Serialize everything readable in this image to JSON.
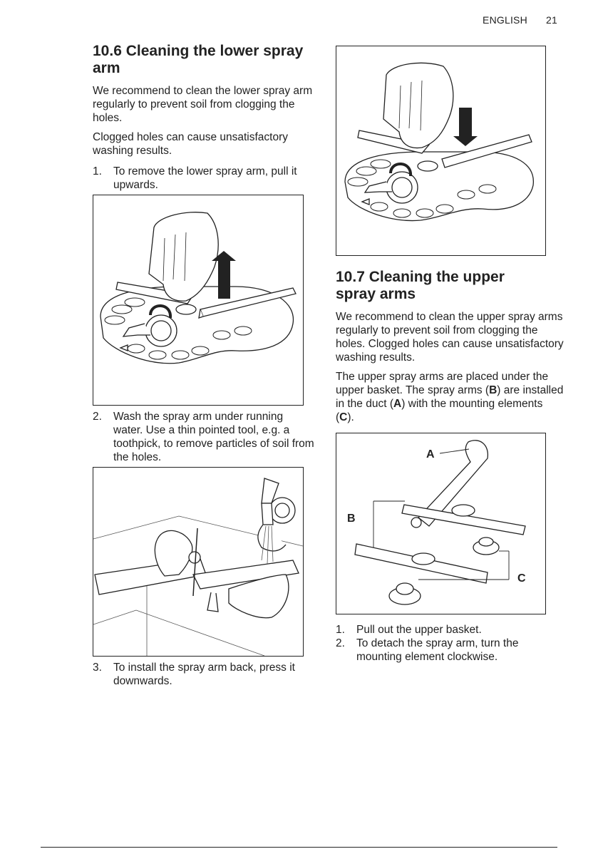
{
  "header": {
    "language": "ENGLISH",
    "page_number": "21"
  },
  "section_10_6": {
    "title": "10.6 Cleaning the lower spray arm",
    "para1": "We recommend to clean the lower spray arm regularly to prevent soil from clogging the holes.",
    "para2": "Clogged holes can cause unsatisfactory washing results.",
    "steps": [
      {
        "num": "1.",
        "text": "To remove the lower spray arm, pull it upwards."
      },
      {
        "num": "2.",
        "text": "Wash the spray arm under running water. Use a thin pointed tool, e.g. a toothpick, to remove particles of soil from the holes."
      },
      {
        "num": "3.",
        "text": "To install the spray arm back, press it downwards."
      }
    ]
  },
  "section_10_7": {
    "title": "10.7 Cleaning the upper spray arms",
    "para1": "We recommend to clean the upper spray arms regularly to prevent soil from clogging the holes. Clogged holes can cause unsatisfactory washing results.",
    "para2_parts": [
      "The upper spray arms are placed under the upper basket. The spray arms (",
      "B",
      ") are installed in the duct (",
      "A",
      ") with the mounting elements (",
      "C",
      ")."
    ],
    "figure_labels": {
      "a": "A",
      "b": "B",
      "c": "C"
    },
    "steps": [
      {
        "num": "1.",
        "text": "Pull out the upper basket."
      },
      {
        "num": "2.",
        "text": "To detach the spray arm, turn the mounting element clockwise."
      }
    ]
  }
}
